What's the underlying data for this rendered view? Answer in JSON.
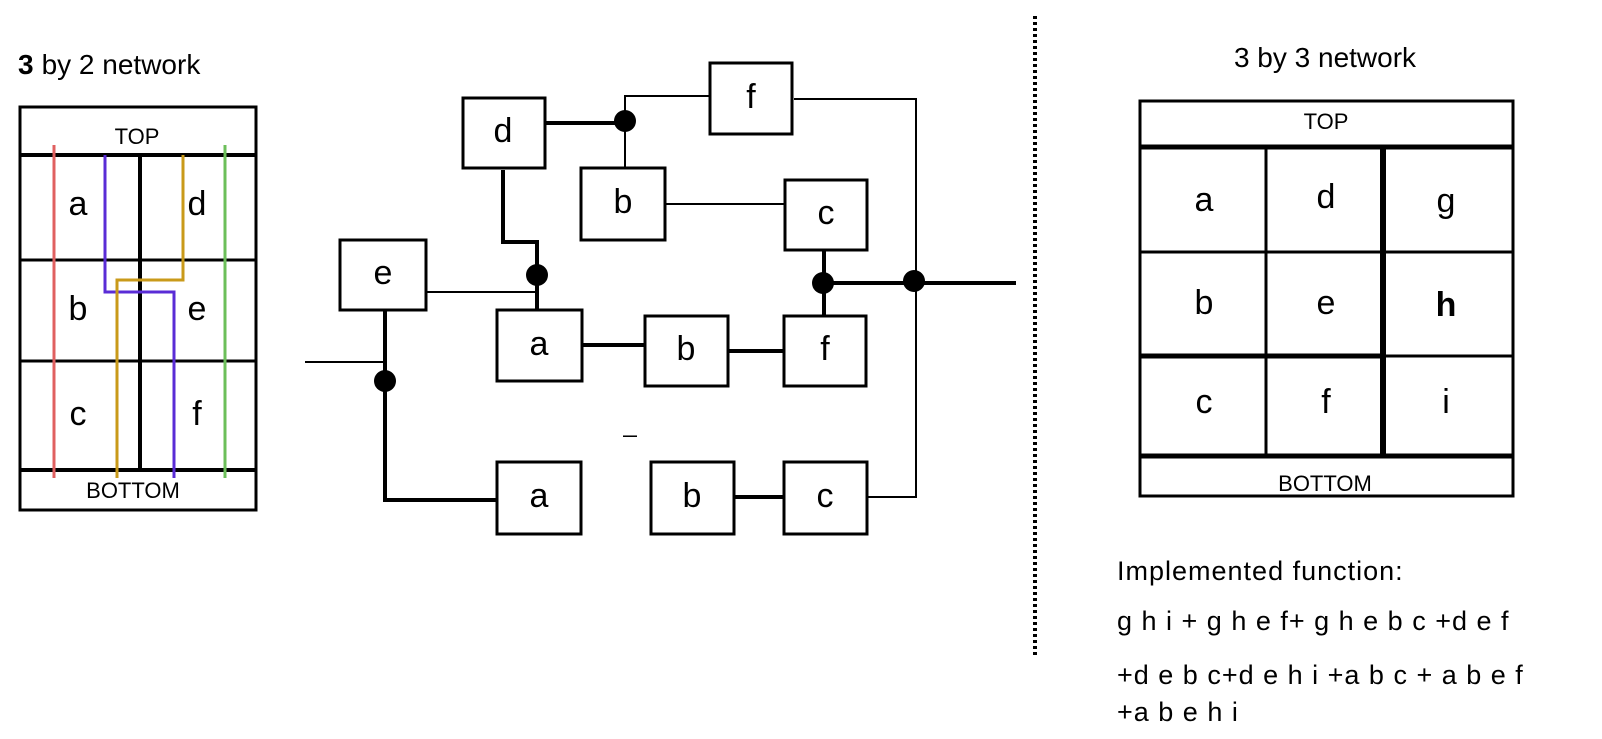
{
  "left": {
    "title_num": "3",
    "title_rest": "by 2 network",
    "top_label": "TOP",
    "bottom_label": "BOTTOM",
    "cells": [
      "a",
      "d",
      "b",
      "e",
      "c",
      "f"
    ],
    "path_colors": {
      "red": "#e06060",
      "blue": "#5a2cd6",
      "gold": "#c99a1a",
      "green": "#6cbf5a"
    }
  },
  "middle": {
    "boxes": [
      "d",
      "f",
      "b",
      "c",
      "e",
      "a",
      "b",
      "f",
      "a",
      "b",
      "c"
    ],
    "minus_mark": "_"
  },
  "right": {
    "title": "3 by 3 network",
    "top_label": "TOP",
    "bottom_label": "BOTTOM",
    "cells": [
      "a",
      "d",
      "g",
      "b",
      "e",
      "h",
      "c",
      "f",
      "i"
    ],
    "function_title": "Implemented  function:",
    "function_lines": [
      "g h i + g h e f+ g h e b c +d e f",
      "+d e b c+d e h i +a b c + a b e f",
      "+a b e h i"
    ]
  }
}
